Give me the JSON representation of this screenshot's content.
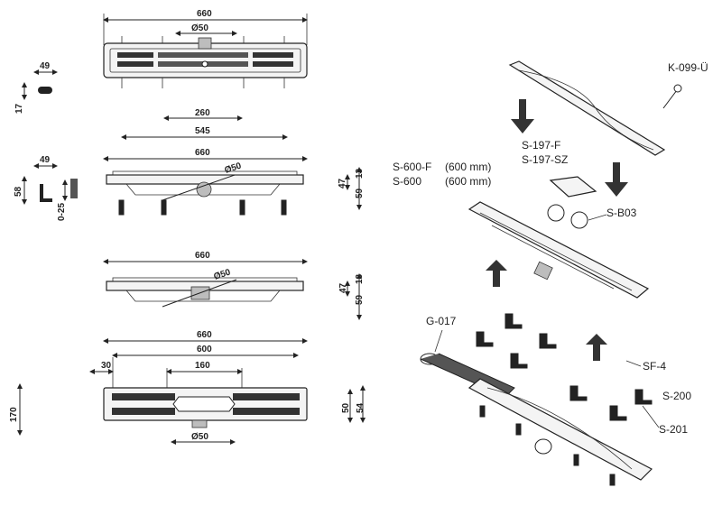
{
  "dimensions": {
    "top_width": "660",
    "top_outlet": "Ø50",
    "clip_width": "49",
    "clip_height": "17",
    "side1_w260": "260",
    "side1_w545": "545",
    "side1_w660": "660",
    "side1_outlet": "Ø50",
    "side1_h47": "47",
    "side1_h59": "59",
    "side1_h13": "13",
    "foot_w49": "49",
    "foot_h58": "58",
    "foot_adj": "0-25",
    "side2_w660": "660",
    "side2_outlet": "Ø50",
    "side2_h47": "47",
    "side2_h59": "59",
    "side2_h13": "13",
    "bottom_w660": "660",
    "bottom_w600": "600",
    "bottom_w30": "30",
    "bottom_w160": "160",
    "bottom_h170": "170",
    "bottom_h50": "50",
    "bottom_h54": "54",
    "bottom_outlet": "Ø50"
  },
  "parts": {
    "k099": "K-099-Ü",
    "s197f": "S-197-F",
    "s197sz": "S-197-SZ",
    "s600f": "S-600-F",
    "s600f_len": "(600 mm)",
    "s600": "S-600",
    "s600_len": "(600 mm)",
    "sb03": "S-B03",
    "g017": "G-017",
    "sf4": "SF-4",
    "s200": "S-200",
    "s201": "S-201"
  },
  "colors": {
    "line": "#222222",
    "fill": "#f4f4f4"
  }
}
